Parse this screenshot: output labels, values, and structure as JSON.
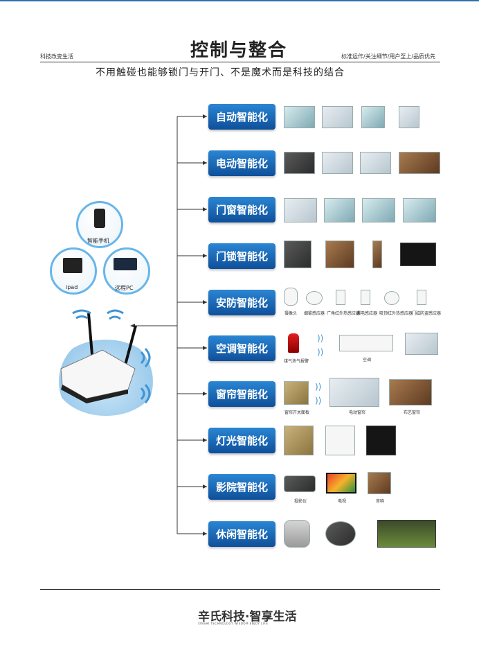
{
  "header": {
    "left_note": "科技改变生活",
    "title": "控制与整合",
    "right_note": "标准运作/关注细节/用户至上/品质优先",
    "subtitle": "不用触碰也能够锁门与开门、不是魔术而是科技的结合"
  },
  "devices": {
    "phone_label": "智能手机",
    "ipad_label": "ipad",
    "pc_label": "远程PC"
  },
  "categories": [
    {
      "label": "自动智能化"
    },
    {
      "label": "电动智能化"
    },
    {
      "label": "门窗智能化"
    },
    {
      "label": "门锁智能化"
    },
    {
      "label": "安防智能化"
    },
    {
      "label": "空调智能化"
    },
    {
      "label": "窗帘智能化"
    },
    {
      "label": "灯光智能化"
    },
    {
      "label": "影院智能化"
    },
    {
      "label": "休闲智能化"
    }
  ],
  "captions": {
    "security": [
      "摄像头",
      "烟雾感应器",
      "广角红外热感应器",
      "漏电感应器",
      "吸顶红外热感应器",
      "门磁防盗感应器"
    ],
    "aircon": [
      "煤气泄气报警",
      "空调"
    ],
    "curtain": [
      "窗帘开关面板",
      "电动窗帘",
      "布艺窗帘"
    ],
    "cinema": [
      "投影仪",
      "电视",
      "音响"
    ]
  },
  "footer": {
    "logo": "辛氏科技·智享生活",
    "logo_sub": "XINSHI TECHNOLOGY WISDOM ENJOY LIFE"
  },
  "colors": {
    "button_top": "#2a86d4",
    "button_bottom": "#0f4f9a",
    "accent_blue": "#68b5ea",
    "line": "#333333"
  }
}
